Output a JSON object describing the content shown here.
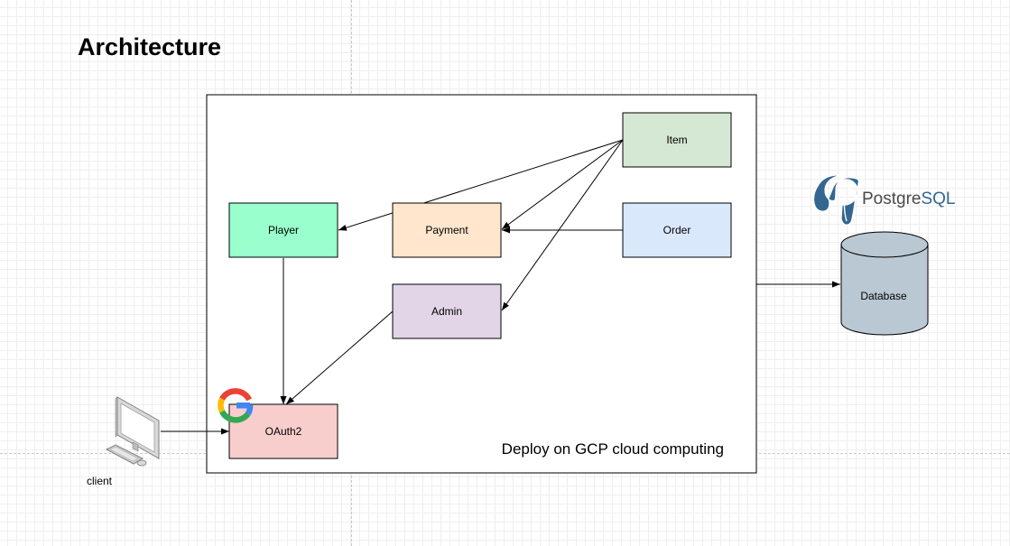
{
  "title": "Architecture",
  "deploy_label": "Deploy on GCP cloud computing",
  "services": {
    "item": "Item",
    "order": "Order",
    "player": "Player",
    "payment": "Payment",
    "admin": "Admin",
    "oauth": "OAuth2"
  },
  "database_label": "Database",
  "postgres": {
    "prefix": "Postgre",
    "suffix": "SQL"
  },
  "client_label": "client",
  "colors": {
    "item": "#d5e8d4",
    "order": "#dae8fc",
    "player": "#99ffcc",
    "payment": "#ffe6cc",
    "admin": "#e1d5e7",
    "oauth": "#f8cecc",
    "database": "#bac8d3",
    "postgres_blue": "#336791"
  },
  "icons": [
    "google-icon",
    "postgresql-elephant-icon",
    "computer-icon"
  ]
}
